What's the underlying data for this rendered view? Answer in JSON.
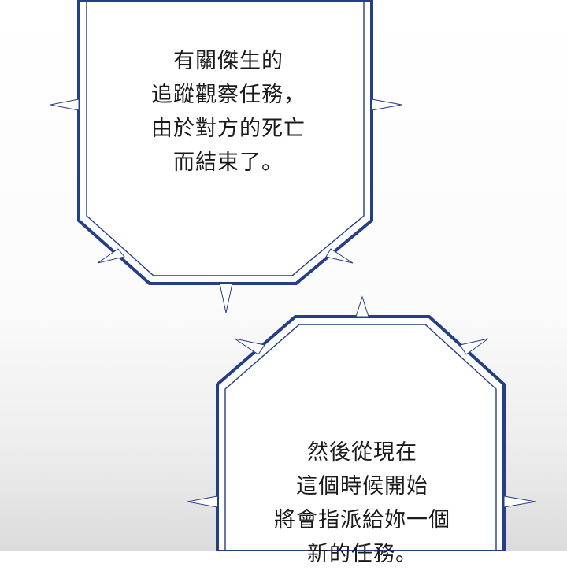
{
  "panel": {
    "bubble_1": {
      "lines": [
        "有關傑生的",
        "追蹤觀察任務，",
        "由於對方的死亡",
        "而結束了。"
      ]
    },
    "bubble_2": {
      "lines": [
        "然後從現在",
        "這個時候開始",
        "將會指派給妳一個",
        "新的任務。"
      ]
    }
  },
  "colors": {
    "bubble_border": "#233f86",
    "bubble_fill": "#ffffff"
  }
}
